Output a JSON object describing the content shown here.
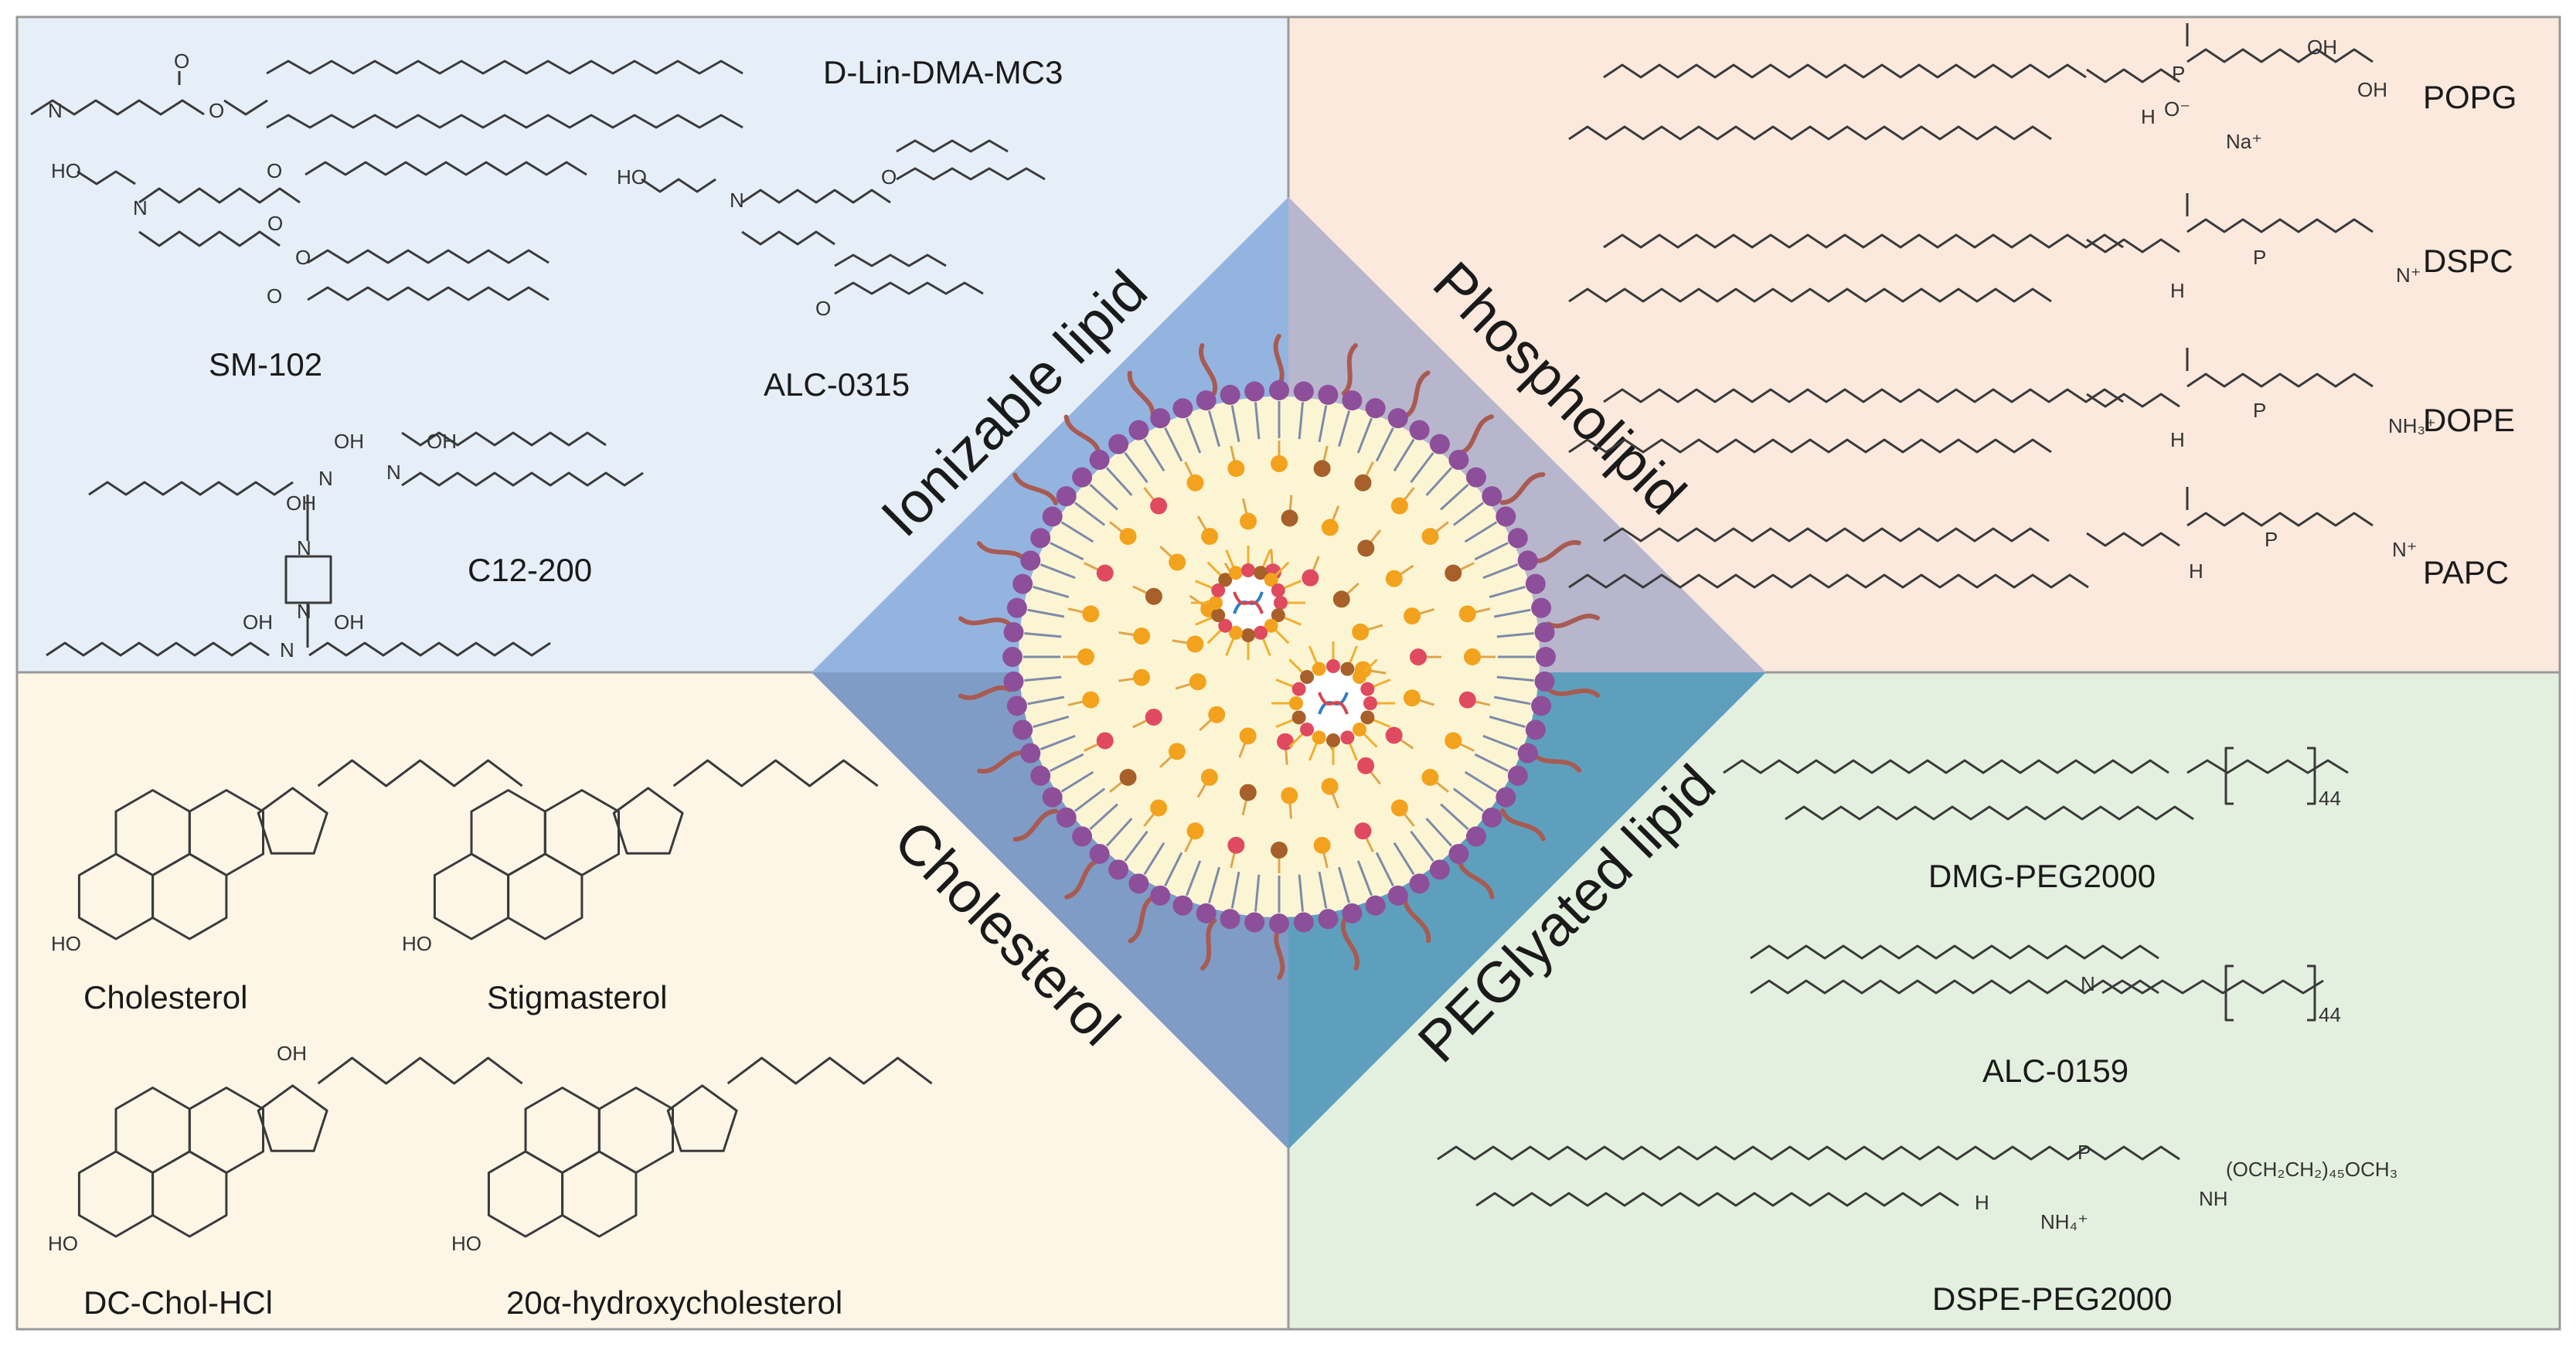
{
  "colors": {
    "ionizable_panel": "#e6eef8",
    "phospholipid_panel": "#fce9dd",
    "cholesterol_panel": "#fdf6e7",
    "pegylated_panel": "#e4f0df",
    "diamond_top_left": "#94b4e0",
    "diamond_top_right": "#b7b6cd",
    "diamond_bottom_left": "#7f9cc6",
    "diamond_bottom_right": "#5f9fbe",
    "bilayer_bead": "#8e4f9a",
    "peg_chain": "#a85b52",
    "core": "#fbf5d4",
    "lipid_head_orange": "#f3a21d",
    "lipid_head_red": "#e04a60",
    "lipid_head_brown": "#a7602a",
    "nucleic_acid_blue": "#2f7fc1",
    "nucleic_acid_red": "#d6454f"
  },
  "quadrants": {
    "ionizable": {
      "title": "Ionizable lipid",
      "compounds": [
        "D-Lin-DMA-MC3",
        "SM-102",
        "ALC-0315",
        "C12-200"
      ]
    },
    "phospholipid": {
      "title": "Phospholipid",
      "compounds": [
        "POPG",
        "DSPC",
        "DOPE",
        "PAPC"
      ]
    },
    "cholesterol": {
      "title": "Cholesterol",
      "compounds": [
        "Cholesterol",
        "Stigmasterol",
        "DC-Chol-HCl",
        "20α-hydroxycholesterol"
      ]
    },
    "pegylated": {
      "title": "PEGlyated lipid",
      "compounds": [
        "DMG-PEG2000",
        "ALC-0159",
        "DSPE-PEG2000"
      ]
    }
  },
  "atom_labels": {
    "o": "O",
    "oh": "OH",
    "ho": "HO",
    "n": "N",
    "p": "P",
    "h": "H",
    "o_minus": "O⁻",
    "na_plus": "Na⁺",
    "nh3_plus": "NH₃⁺",
    "nh4_plus": "NH₄⁺",
    "n_plus": "N⁺",
    "nh": "NH",
    "peg_repeat_44": "44",
    "peg_repeat_45": "(OCH₂CH₂)₄₅OCH₃"
  },
  "icons": {
    "nanoparticle": "lipid-nanoparticle-icon",
    "nucleic_acid": "dna-helix-icon"
  }
}
